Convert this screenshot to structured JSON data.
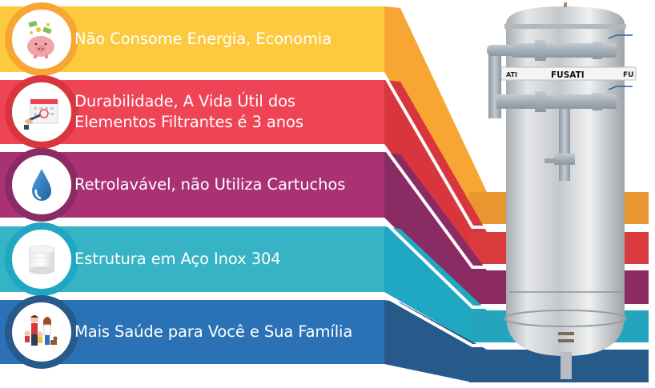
{
  "features": [
    {
      "id": "economia",
      "label": "Não Consome Energia, Economia",
      "icon": "piggy-bank-icon",
      "color": "#fdc93f",
      "side_color": "#f7a634",
      "ring_color": "#f7a634"
    },
    {
      "id": "durabilidade",
      "label": "Durabilidade, A Vida Útil dos\nElementos Filtrantes é 3 anos",
      "icon": "calendar-icon",
      "color": "#ef4456",
      "side_color": "#d9353f",
      "ring_color": "#d9353f"
    },
    {
      "id": "retrolavavel",
      "label": "Retrolavável, não Utiliza Cartuchos",
      "icon": "water-drop-icon",
      "color": "#a93174",
      "side_color": "#8b2b63",
      "ring_color": "#8b2b63"
    },
    {
      "id": "inox",
      "label": "Estrutura em Aço Inox 304",
      "icon": "steel-cylinder-icon",
      "color": "#36b3c5",
      "side_color": "#1fa7c3",
      "ring_color": "#1fa7c3"
    },
    {
      "id": "saude",
      "label": "Mais Saúde para Você e Sua Família",
      "icon": "family-icon",
      "color": "#2a71b5",
      "side_color": "#275a8a",
      "ring_color": "#275a8a"
    }
  ],
  "product": {
    "brand_label": "FUSATI",
    "brand_label_partial_left": "ATI",
    "brand_label_partial_right": "FU",
    "steel_color": "#c9ccce",
    "pipe_color": "#a7b1ba"
  }
}
